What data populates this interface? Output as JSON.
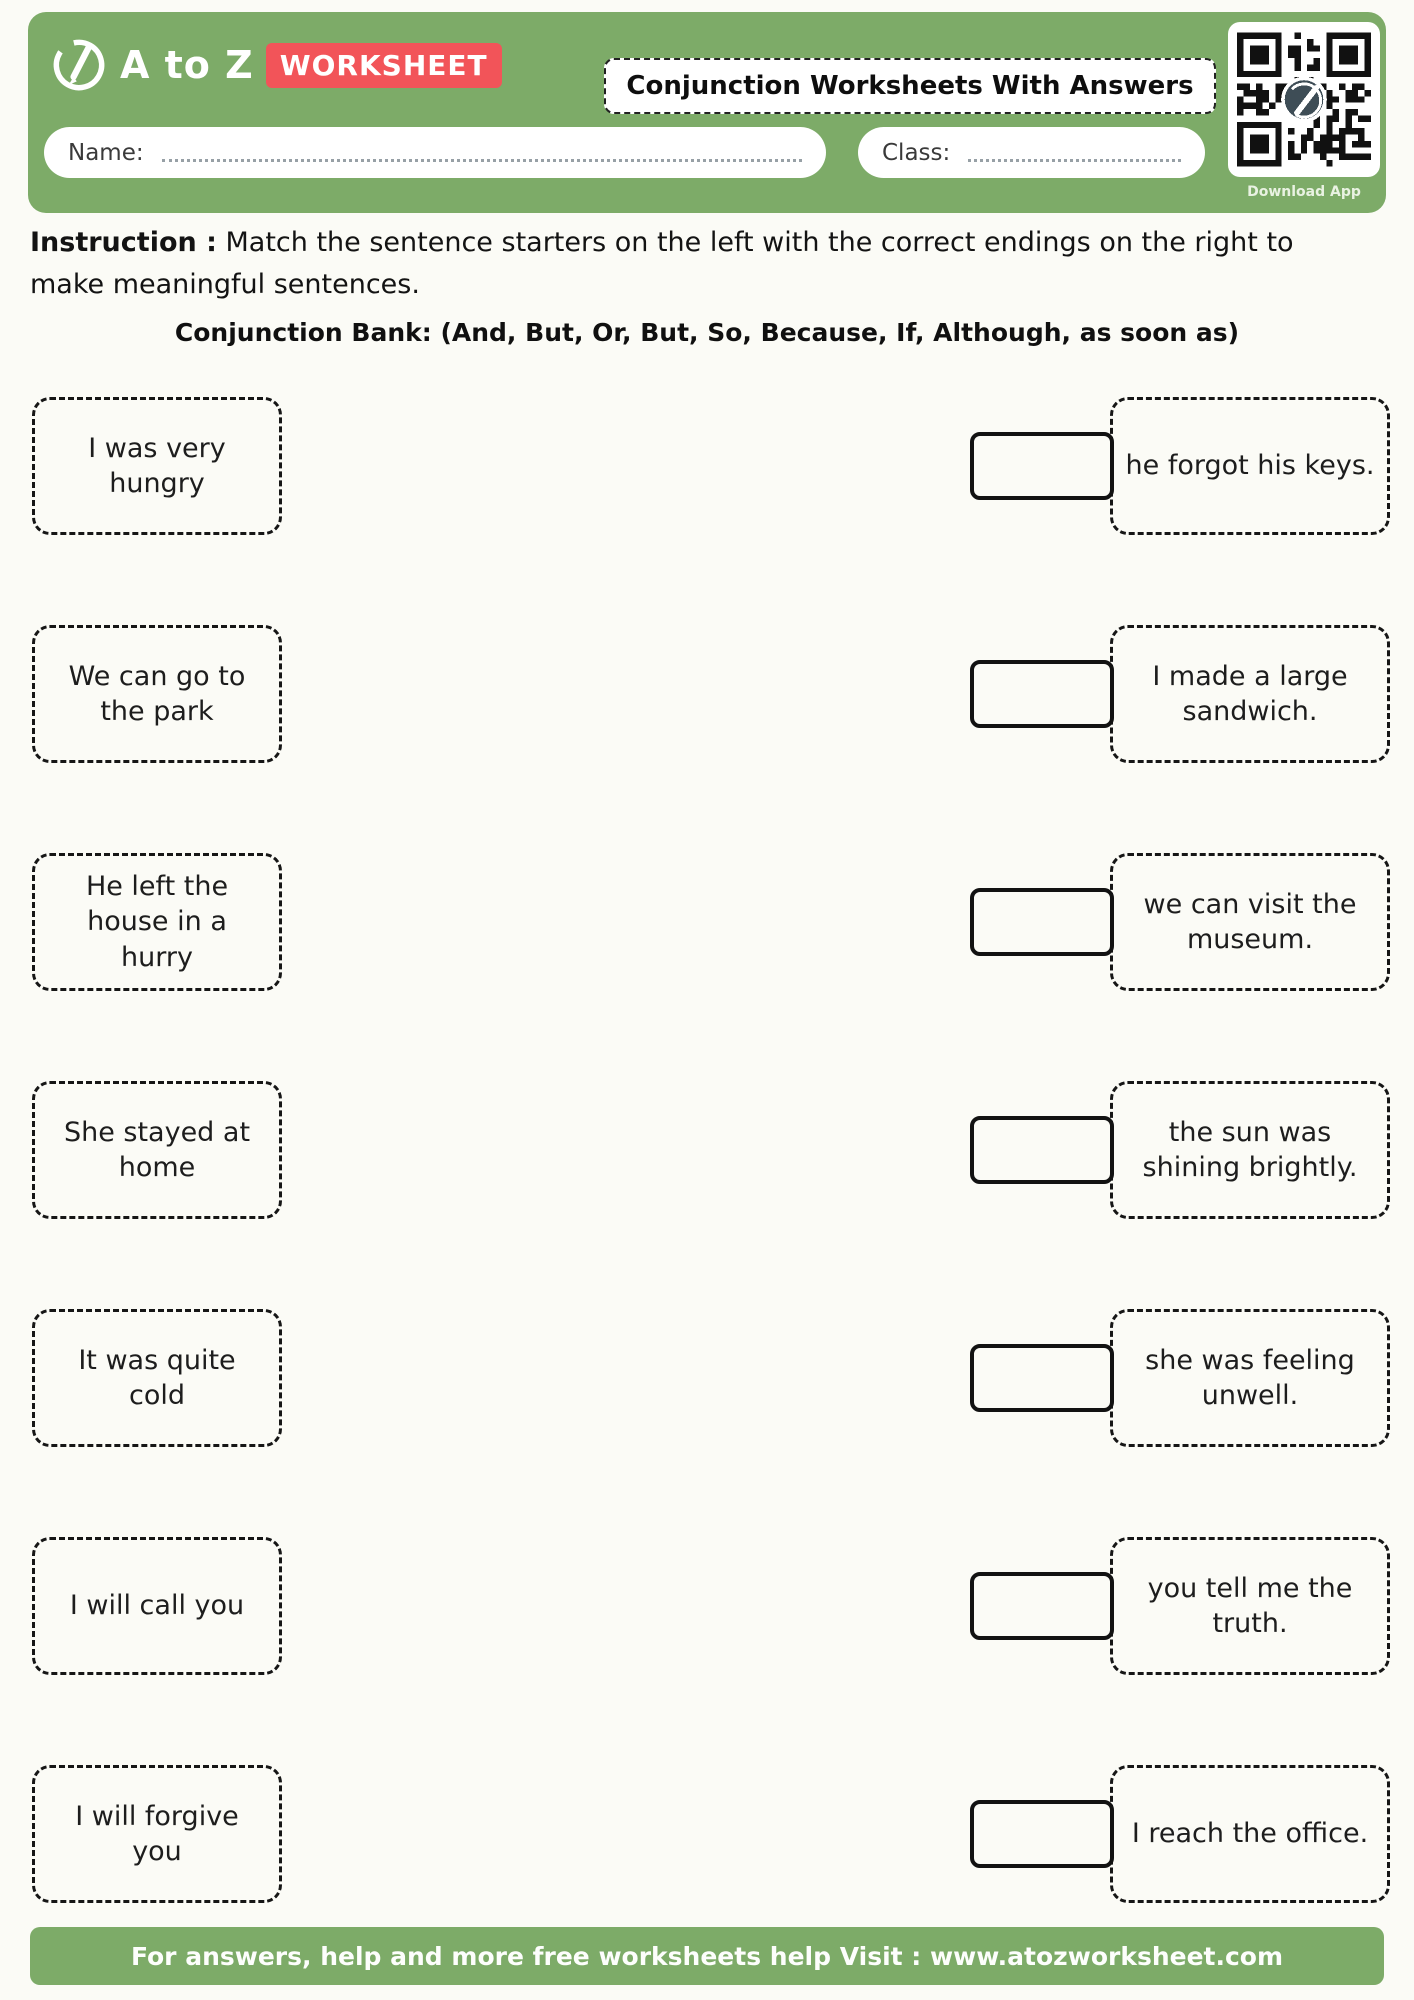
{
  "header": {
    "logo_text": "A to Z",
    "logo_badge": "WORKSHEET",
    "title": "Conjunction Worksheets With Answers",
    "qr_caption": "Download App",
    "name_label": "Name:",
    "class_label": "Class:"
  },
  "instruction": {
    "label": "Instruction :",
    "text": " Match the sentence starters on the left with the correct endings on the right to make meaningful sentences."
  },
  "conjunction_bank": {
    "label": "Conjunction Bank:",
    "items_text": " (And, But, Or, But, So, Because, If, Although, as soon as)"
  },
  "pairs": [
    {
      "starter": "I was very hungry",
      "ending": "he forgot his keys."
    },
    {
      "starter": "We can go to the park",
      "ending": "I made a large sandwich."
    },
    {
      "starter": "He left the house in a hurry",
      "ending": "we can visit the museum."
    },
    {
      "starter": "She stayed at home",
      "ending": "the sun was shining brightly."
    },
    {
      "starter": "It was quite cold",
      "ending": "she was feeling unwell."
    },
    {
      "starter": "I will call you",
      "ending": "you tell me the truth."
    },
    {
      "starter": "I will forgive you",
      "ending": "I reach the office."
    }
  ],
  "footer": {
    "text": "For answers, help and more free worksheets help Visit : www.atozworksheet.com"
  },
  "colors": {
    "green": "#7dab68",
    "badge-red": "#f25459",
    "ink": "#161616",
    "paper": "#fbfbf6",
    "qr-logo": "#3e4d56"
  }
}
